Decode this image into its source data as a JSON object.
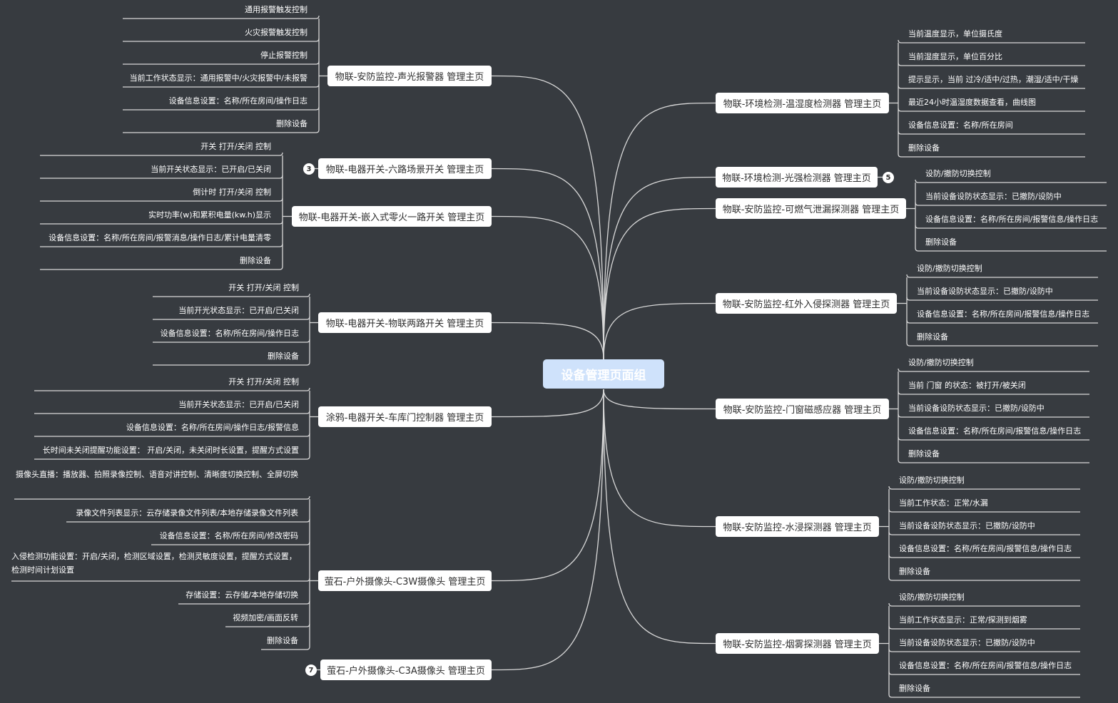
{
  "central": "设备管理页面组",
  "colors": {
    "background": "#373b40",
    "central_fill": "#cfe2fb",
    "line": "#d8d8d8",
    "node_fill": "#ffffff"
  },
  "left": [
    {
      "title": "物联-安防监控-声光报警器 管理主页",
      "leaves": [
        "通用报警触发控制",
        "火灾报警触发控制",
        "停止报警控制",
        "当前工作状态显示：通用报警中/火灾报警中/未报警",
        "设备信息设置：名称/所在房间/操作日志",
        "删除设备"
      ]
    },
    {
      "title": "物联-电器开关-六路场景开关 管理主页",
      "badge": "3",
      "leaves": []
    },
    {
      "title": "物联-电器开关-嵌入式零火一路开关 管理主页",
      "leaves": [
        "开关 打开/关闭 控制",
        "当前开关状态显示：已开启/已关闭",
        "倒计时 打开/关闭 控制",
        "实时功率(w)和累积电量(kw.h)显示",
        "设备信息设置：名称/所在房间/报警消息/操作日志/累计电量清零",
        "删除设备"
      ]
    },
    {
      "title": "物联-电器开关-物联两路开关 管理主页",
      "leaves": [
        "开关 打开/关闭 控制",
        "当前开光状态显示：已开启/已关闭",
        "设备信息设置：名称/所在房间/操作日志",
        "删除设备"
      ]
    },
    {
      "title": "涂鸦-电器开关-车库门控制器 管理主页",
      "leaves": [
        "开关 打开/关闭 控制",
        "当前开关状态显示：已开启/已关闭",
        "设备信息设置：名称/所在房间/操作日志/报警信息",
        "长时间未关闭提醒功能设置： 开启/关闭，未关闭时长设置，提醒方式设置"
      ]
    },
    {
      "title": "萤石-户外摄像头-C3W摄像头 管理主页",
      "leaves": [
        "摄像头直播：播放器、拍照录像控制、语音对讲控制、清晰度切换控制、全屏切换",
        "录像文件列表显示：云存储录像文件列表/本地存储录像文件列表",
        "设备信息设置：名称/所在房间/修改密码",
        "入侵检测功能设置：开启/关闭，检测区域设置，检测灵敏度设置，提醒方式设置，检测时间计划设置",
        "存储设置：云存储/本地存储切换",
        "视频加密/画面反转",
        "删除设备"
      ]
    },
    {
      "title": "萤石-户外摄像头-C3A摄像头 管理主页",
      "badge": "7",
      "leaves": []
    }
  ],
  "right": [
    {
      "title": "物联-环境检测-温湿度检测器 管理主页",
      "leaves": [
        "当前温度显示，单位摄氏度",
        "当前湿度显示，单位百分比",
        "提示显示，当前 过冷/适中/过热，潮湿/适中/干燥",
        "最近24小时温湿度数据查看，曲线图",
        "设备信息设置：名称/所在房间",
        "删除设备"
      ]
    },
    {
      "title": "物联-环境检测-光强检测器 管理主页",
      "badge": "5",
      "leaves": []
    },
    {
      "title": "物联-安防监控-可燃气泄漏探测器 管理主页",
      "leaves": [
        "设防/撤防切换控制",
        "当前设备设防状态显示：已撤防/设防中",
        "设备信息设置：名称/所在房间/报警信息/操作日志",
        "删除设备"
      ]
    },
    {
      "title": "物联-安防监控-红外入侵探测器 管理主页",
      "leaves": [
        "设防/撤防切换控制",
        "当前设备设防状态显示：已撤防/设防中",
        "设备信息设置：名称/所在房间/报警信息/操作日志",
        "删除设备"
      ]
    },
    {
      "title": "物联-安防监控-门窗磁感应器 管理主页",
      "leaves": [
        "设防/撤防切换控制",
        "当前 门窗 的状态：被打开/被关闭",
        "当前设备设防状态显示：已撤防/设防中",
        "设备信息设置：名称/所在房间/报警信息/操作日志",
        "删除设备"
      ]
    },
    {
      "title": "物联-安防监控-水浸探测器 管理主页",
      "leaves": [
        "设防/撤防切换控制",
        "当前工作状态：正常/水漏",
        "当前设备设防状态显示：已撤防/设防中",
        "设备信息设置：名称/所在房间/报警信息/操作日志",
        "删除设备"
      ]
    },
    {
      "title": "物联-安防监控-烟雾探测器 管理主页",
      "leaves": [
        "设防/撤防切换控制",
        "当前工作状态显示：正常/探测到烟雾",
        "当前设备设防状态显示：已撤防/设防中",
        "设备信息设置：名称/所在房间/报警信息/操作日志",
        "删除设备"
      ]
    }
  ]
}
